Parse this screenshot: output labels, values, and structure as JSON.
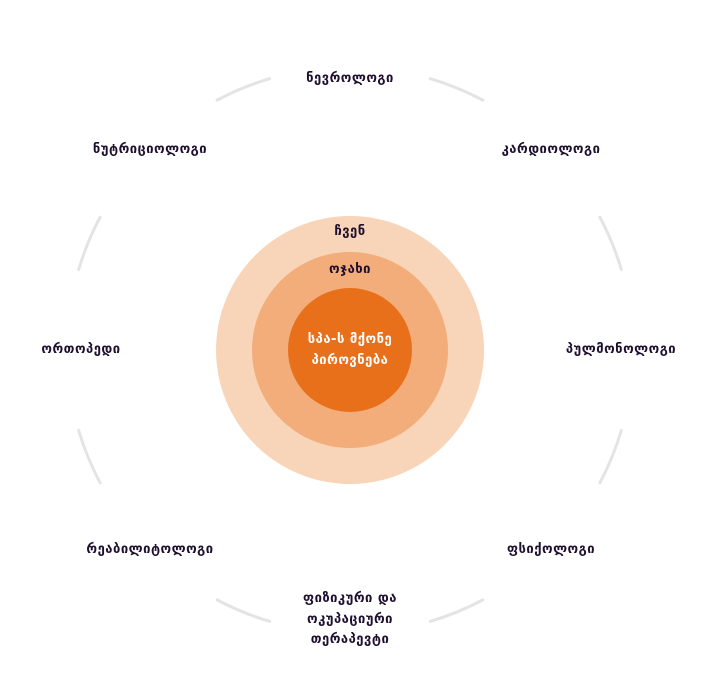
{
  "colors": {
    "outer": "#f8d5b8",
    "middle": "#f2ad7a",
    "inner": "#e8701a",
    "text": "#1e0f2e",
    "arc": "#e4e4e4"
  },
  "rings": {
    "outer": "ჩვენ",
    "middle": "ოჯახი",
    "inner_line1": "სპა-ს მქონე",
    "inner_line2": "პიროვნება"
  },
  "specialists": {
    "top": "ნევროლოგი",
    "top_right": "კარდიოლოგი",
    "right": "პულმონოლოგი",
    "bottom_right": "ფსიქოლოგი",
    "bottom_line1": "ფიზიკური და",
    "bottom_line2": "ოკუპაციური",
    "bottom_line3": "თერაპევტი",
    "bottom_left": "რეაბილიტოლოგი",
    "left": "ორთოპედი",
    "top_left": "ნუტრიციოლოგი"
  }
}
